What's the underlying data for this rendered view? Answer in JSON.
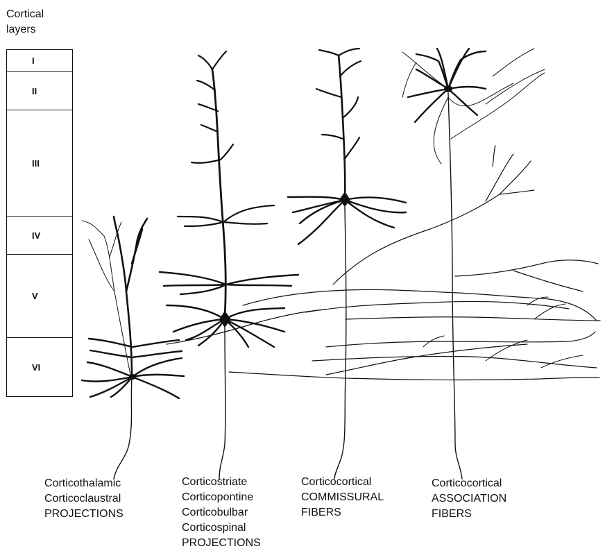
{
  "layers": {
    "heading": "Cortical\nlayers",
    "items": [
      {
        "label": "I"
      },
      {
        "label": "II"
      },
      {
        "label": "III"
      },
      {
        "label": "IV"
      },
      {
        "label": "V"
      },
      {
        "label": "VI"
      }
    ]
  },
  "captions": {
    "corticothalamic": [
      "Corticothalamic",
      "Corticoclaustral",
      "PROJECTIONS"
    ],
    "corticostriate": [
      "Corticostriate",
      "Corticopontine",
      "Corticobulbar",
      "Corticospinal",
      "PROJECTIONS"
    ],
    "commissural": [
      "Corticocortical",
      "COMMISSURAL",
      "FIBERS"
    ],
    "association": [
      "Corticocortical",
      "ASSOCIATION",
      "FIBERS"
    ]
  },
  "colors": {
    "ink": "#111111",
    "background": "#ffffff"
  }
}
